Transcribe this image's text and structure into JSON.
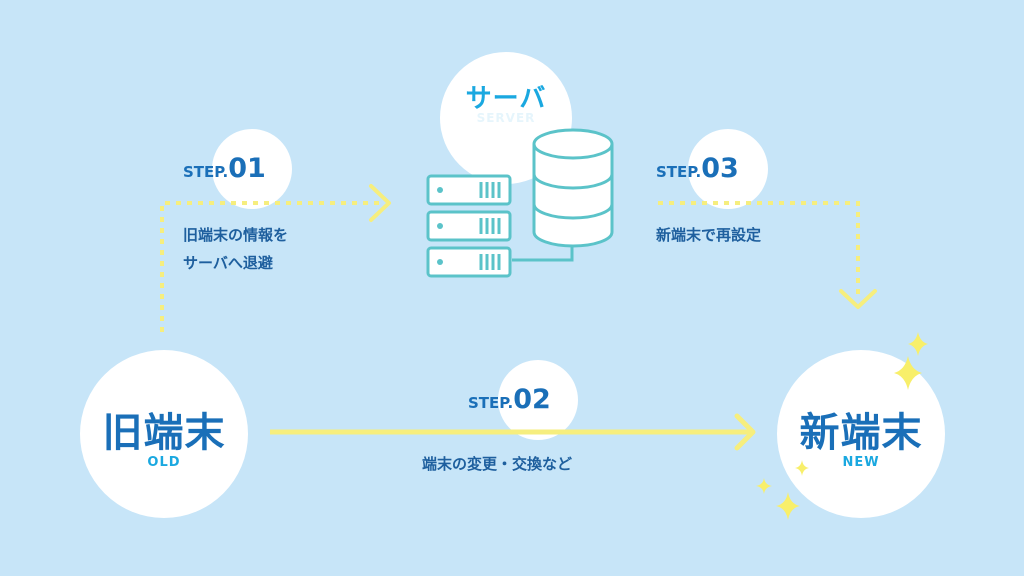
{
  "server": {
    "label": "サーバ",
    "sublabel": "SERVER"
  },
  "old_device": {
    "label": "旧端末",
    "sublabel": "OLD"
  },
  "new_device": {
    "label": "新端末",
    "sublabel": "NEW"
  },
  "steps": [
    {
      "prefix": "STEP.",
      "number": "01",
      "lines": [
        "旧端末の情報を",
        "サーバへ退避"
      ]
    },
    {
      "prefix": "STEP.",
      "number": "02",
      "lines": [
        "端末の変更・交換など"
      ]
    },
    {
      "prefix": "STEP.",
      "number": "03",
      "lines": [
        "新端末で再設定"
      ]
    }
  ],
  "colors": {
    "background": "#c7e5f8",
    "arrow": "#f6ee7e",
    "server_outline": "#5bc3c9",
    "primary_text": "#1a6fb8",
    "accent_text": "#1aa8e0",
    "sparkle": "#f8ef6a"
  },
  "icons": [
    "server-rack-icon",
    "database-icon",
    "sparkle-icon"
  ]
}
